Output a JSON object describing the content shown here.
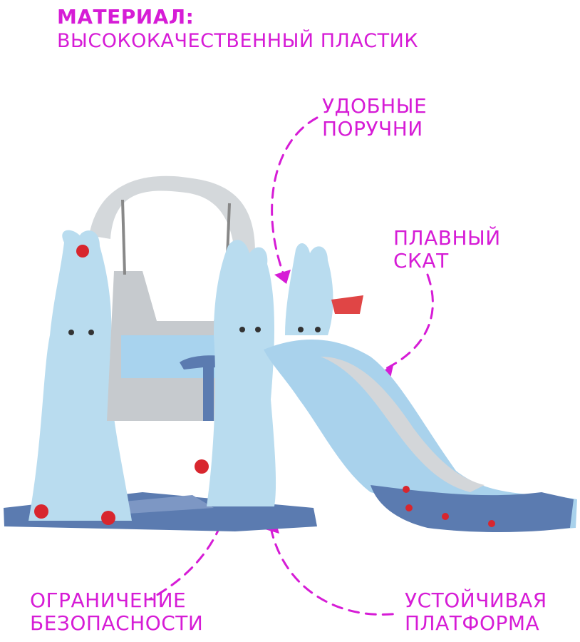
{
  "header": {
    "title": "МАТЕРИАЛ:",
    "subtitle": "ВЫСОКОКАЧЕСТВЕННЫЙ ПЛАСТИК"
  },
  "callouts": {
    "handrails": [
      "УДОБНЫЕ",
      "ПОРУЧНИ"
    ],
    "slope": [
      "ПЛАВНЫЙ",
      "СКАТ"
    ],
    "safety": [
      "ОГРАНИЧЕНИЕ",
      "БЕЗОПАСНОСТИ"
    ],
    "platform": [
      "УСТОЙЧИВАЯ",
      "ПЛАТФОРМА"
    ]
  },
  "colors": {
    "accent": "#d61cd6",
    "body_blue": "#b9dcef",
    "base_blue": "#5b7bb0",
    "frame_gray": "#cfd3d6",
    "knob_red": "#d8262e"
  }
}
